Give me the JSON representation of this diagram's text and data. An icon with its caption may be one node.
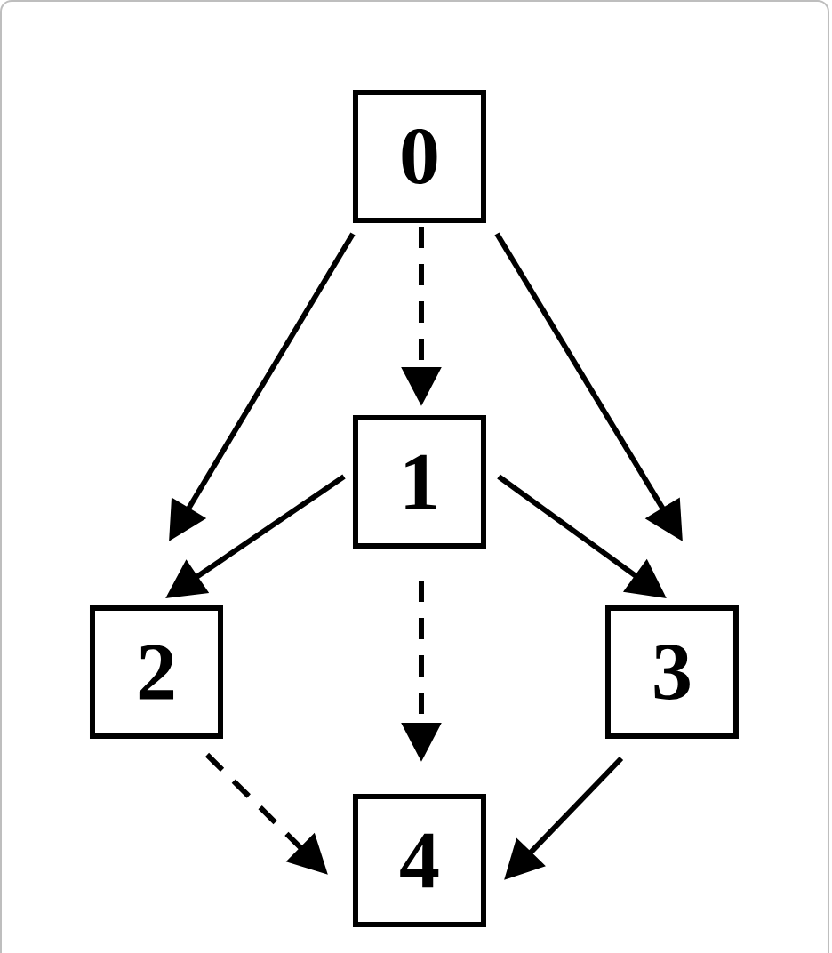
{
  "diagram": {
    "nodes": [
      {
        "text": [
          "0"
        ]
      },
      {
        "text": [
          "1"
        ]
      },
      {
        "text": [
          "2"
        ]
      },
      {
        "text": [
          "3"
        ]
      },
      {
        "text": [
          "4"
        ]
      }
    ],
    "edges": [
      {
        "from": 0,
        "to": 2,
        "arrow": "to"
      },
      {
        "from": 0,
        "to": 1,
        "arrow": "to",
        "style": "dashed"
      },
      {
        "from": 0,
        "to": 3,
        "arrow": "to"
      },
      {
        "from": 1,
        "to": 2,
        "arrow": "to"
      },
      {
        "from": 1,
        "to": 3,
        "arrow": "to"
      },
      {
        "from": 1,
        "to": 4,
        "arrow": "to",
        "style": "dashed"
      },
      {
        "from": 2,
        "to": 4,
        "arrow": "to",
        "style": "dashed"
      },
      {
        "from": 3,
        "to": 4,
        "arrow": "to"
      }
    ]
  }
}
